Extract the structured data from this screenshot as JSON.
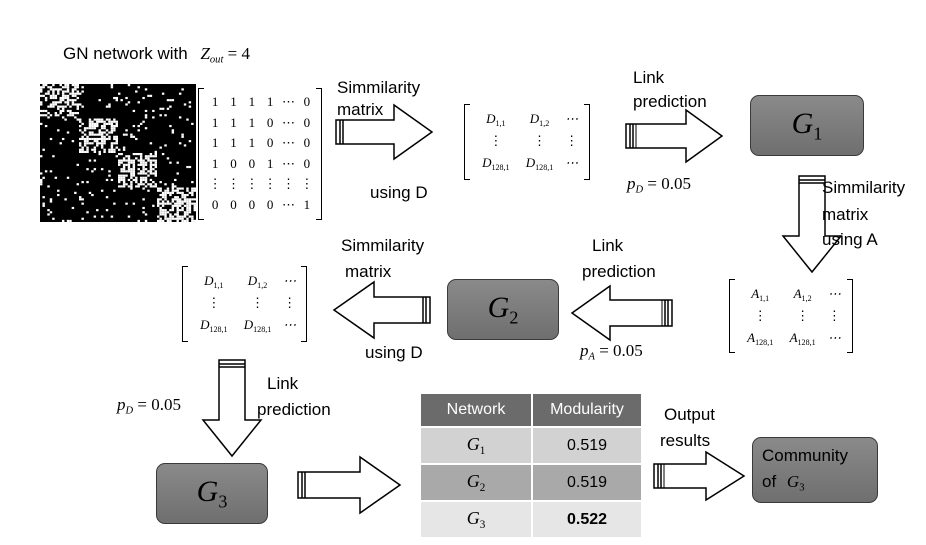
{
  "gn_label": "GN network with",
  "zout": {
    "sym": "Z",
    "sub": "out",
    "rhs": "= 4"
  },
  "adjacency_matrix": [
    [
      "1",
      "1",
      "1",
      "1",
      "⋯",
      "0"
    ],
    [
      "1",
      "1",
      "1",
      "0",
      "⋯",
      "0"
    ],
    [
      "1",
      "1",
      "1",
      "0",
      "⋯",
      "0"
    ],
    [
      "1",
      "0",
      "0",
      "1",
      "⋯",
      "0"
    ],
    [
      "⋮",
      "⋮",
      "⋮",
      "⋮",
      "⋮",
      "⋮"
    ],
    [
      "0",
      "0",
      "0",
      "0",
      "⋯",
      "1"
    ]
  ],
  "sim_D_top": {
    "line1": "Simmilarity",
    "line2": "matrix",
    "line3": "using D"
  },
  "link_top": {
    "line1": "Link",
    "line2": "prediction"
  },
  "pD_top": {
    "sym": "p",
    "sub": "D",
    "rhs": "= 0.05"
  },
  "sim_A": {
    "line1": "Simmilarity",
    "line2": "matrix",
    "line3": "using  A"
  },
  "link_mid": {
    "line1": "Link",
    "line2": "prediction"
  },
  "pA": {
    "sym": "p",
    "sub": "A",
    "rhs": "= 0.05"
  },
  "sim_D_mid": {
    "line1": "Simmilarity",
    "line2": "matrix",
    "line3": "using D"
  },
  "pD_bottom": {
    "sym": "p",
    "sub": "D",
    "rhs": "= 0.05"
  },
  "link_bottom": {
    "line1": "Link",
    "line2": "prediction"
  },
  "matrix_D": {
    "r1": [
      {
        "sym": "D",
        "sub": "1,1"
      },
      {
        "sym": "D",
        "sub": "1,2"
      },
      {
        "sym": "⋯",
        "sub": ""
      }
    ],
    "r2": [
      "⋮",
      "⋮",
      "⋮"
    ],
    "r3": [
      {
        "sym": "D",
        "sub": "128,1"
      },
      {
        "sym": "D",
        "sub": "128,1"
      },
      {
        "sym": "⋯",
        "sub": ""
      }
    ]
  },
  "matrix_A": {
    "r1": [
      {
        "sym": "A",
        "sub": "1,1"
      },
      {
        "sym": "A",
        "sub": "1,2"
      },
      {
        "sym": "⋯",
        "sub": ""
      }
    ],
    "r2": [
      "⋮",
      "⋮",
      "⋮"
    ],
    "r3": [
      {
        "sym": "A",
        "sub": "128,1"
      },
      {
        "sym": "A",
        "sub": "128,1"
      },
      {
        "sym": "⋯",
        "sub": ""
      }
    ]
  },
  "nodes": {
    "g1": {
      "sym": "G",
      "sub": "1"
    },
    "g2": {
      "sym": "G",
      "sub": "2"
    },
    "g3": {
      "sym": "G",
      "sub": "3"
    }
  },
  "table": {
    "headers": [
      "Network",
      "Modularity"
    ],
    "rows": [
      {
        "sym": "G",
        "sub": "1",
        "value": "0.519"
      },
      {
        "sym": "G",
        "sub": "2",
        "value": "0.519"
      },
      {
        "sym": "G",
        "sub": "3",
        "value": "0.522"
      }
    ]
  },
  "output_label": {
    "line1": "Output",
    "line2": "results"
  },
  "community": {
    "line1": "Community",
    "line2": "of",
    "sym": "G",
    "sub": "3"
  },
  "colors": {
    "node_fill": "#7c7c7c",
    "table_header": "#6b6b6b",
    "row1": "#d2d2d2",
    "row2": "#a9a9a9",
    "row3": "#e6e6e6"
  }
}
